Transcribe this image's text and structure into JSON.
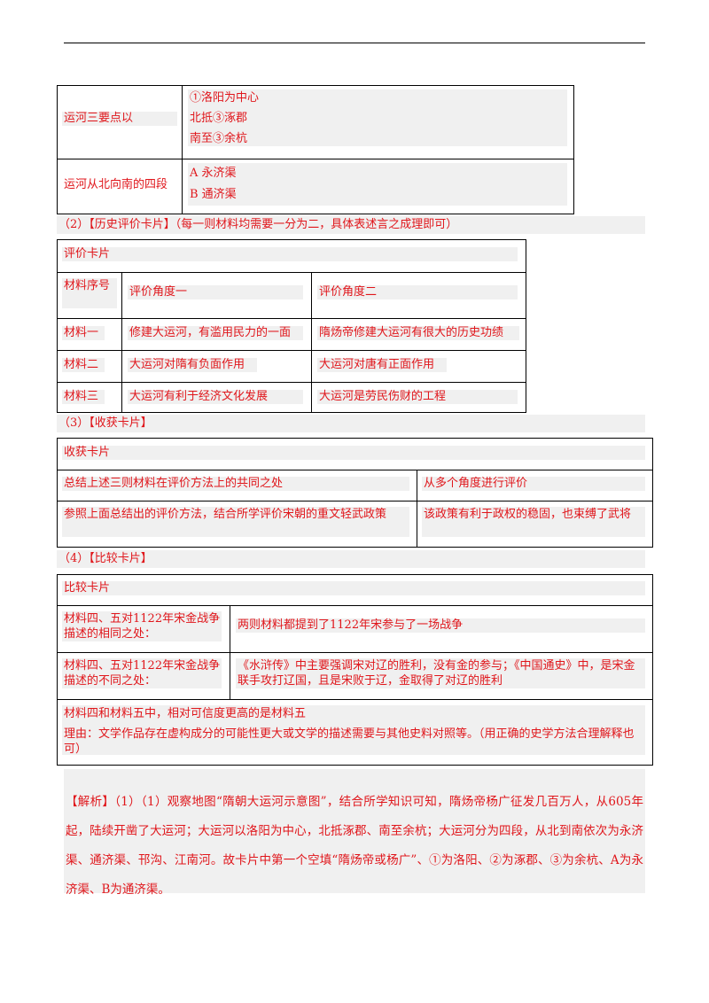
{
  "table1": {
    "row1_label": "运河三要点以",
    "row1_lines": [
      "①洛阳为中心",
      "北抵③涿郡",
      "南至③余杭"
    ],
    "row2_label": "运河从北向南的四段",
    "row2_lines": [
      "A 永济渠",
      "B 通济渠"
    ]
  },
  "sec2_heading": "（2）【历史评价卡片】（每一则材料均需要一分为二，具体表述言之成理即可）",
  "table2": {
    "title": "评价卡片",
    "header": [
      "材料序号",
      "评价角度一",
      "评价角度二"
    ],
    "rows": [
      [
        "材料一",
        "修建大运河，有滥用民力的一面",
        "隋炀帝修建大运河有很大的历史功绩"
      ],
      [
        "材料二",
        "大运河对隋有负面作用",
        "大运河对唐有正面作用"
      ],
      [
        "材料三",
        "大运河有利于经济文化发展",
        "大运河是劳民伤财的工程"
      ]
    ]
  },
  "sec3_heading": "（3）【收获卡片】",
  "table3": {
    "title": "收获卡片",
    "rows": [
      [
        "总结上述三则材料在评价方法上的共同之处",
        "从多个角度进行评价"
      ],
      [
        "参照上面总结出的评价方法，结合所学评价宋朝的重文轻武政策",
        "该政策有利于政权的稳固，也束缚了武将"
      ]
    ]
  },
  "sec4_heading": "（4）【比较卡片】",
  "table4": {
    "title": "比较卡片",
    "rows": [
      [
        "材料四、五对1122年宋金战争描述的相同之处：",
        "两则材料都提到了1122年宋参与了一场战争"
      ],
      [
        "材料四、五对1122年宋金战争描述的不同之处：",
        "《水浒传》中主要强调宋对辽的胜利，没有金的参与；《中国通史》中，是宋金联手攻打辽国，且是宋败于辽，金取得了对辽的胜利"
      ]
    ],
    "footer_line1": "材料四和材料五中，相对可信度更高的是材料五",
    "footer_line2": "理由：文学作品存在虚构成分的可能性更大或文学的描述需要与其他史料对照等。（用正确的史学方法合理解释也可）"
  },
  "analysis": {
    "text": "【解析】（1）（1）观察地图“隋朝大运河示意图”，结合所学知识可知，隋炀帝杨广征发几百万人，从605年起，陆续开凿了大运河；大运河以洛阳为中心，北抵涿郡、南至余杭；大运河分为四段，从北到南依次为永济渠、通济渠、邗沟、江南河。故卡片中第一个空填“隋炀帝或杨广”、①为洛阳、②为涿郡、③为余杭、A为永济渠、B为通济渠。"
  }
}
